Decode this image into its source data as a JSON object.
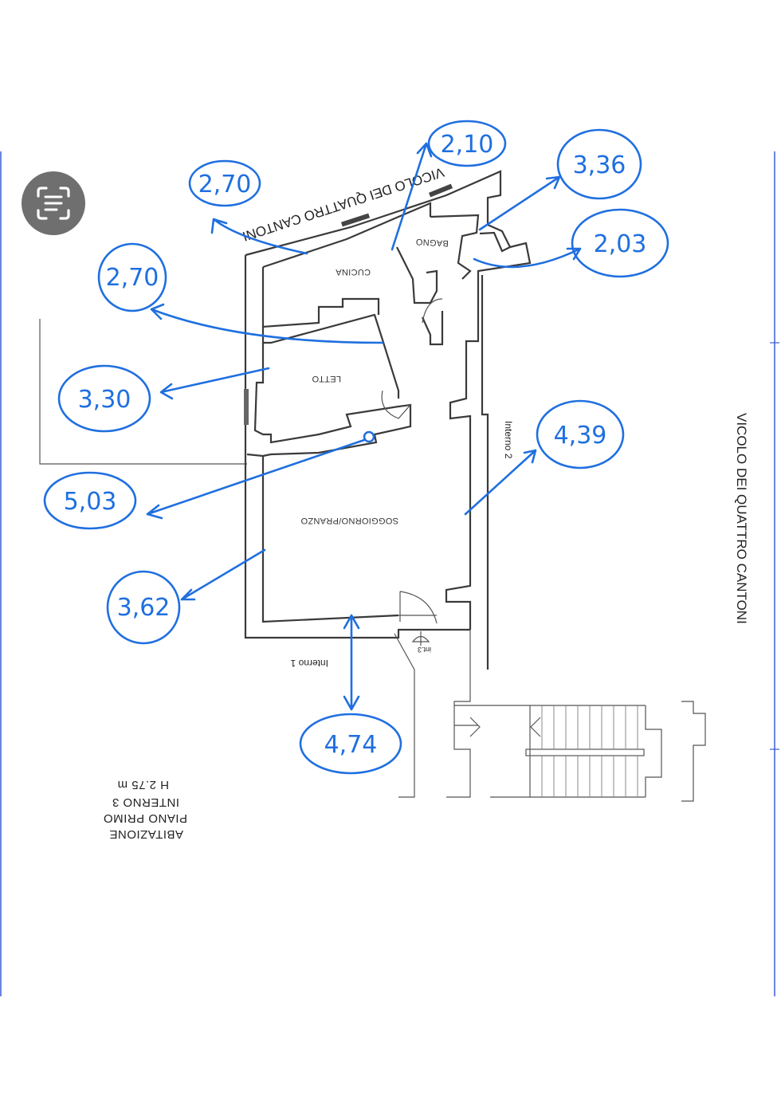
{
  "streets": {
    "top": "VICOLO DEI QUATTRO CANTONI",
    "right": "VICOLO DEI QUATTRO CANTONI"
  },
  "rooms": {
    "cucina": "CUCINA",
    "bagno": "BAGNO",
    "letto": "LETTO",
    "soggiorno": "SOGGIORNO/PRANZO"
  },
  "labels": {
    "interno1": "Interno 1",
    "interno2": "Interno 2",
    "int3": "int.3"
  },
  "title_block": {
    "line1": "ABITAZIONE",
    "line2": "PIANO PRIMO",
    "line3": "INTERNO 3",
    "line4": "H 2.75 m"
  },
  "measurements": {
    "m1": "2,70",
    "m2": "2,10",
    "m3": "3,36",
    "m4": "2,03",
    "m5": "2,70",
    "m6": "3,30",
    "m7": "4,39",
    "m8": "5,03",
    "m9": "3,62",
    "m10": "4,74"
  },
  "colors": {
    "annotation": "#1f6fe0",
    "walls": "#3a3a3a",
    "scan_button": "#6f6f6f"
  },
  "icons": {
    "scan": "text-scan-icon"
  }
}
